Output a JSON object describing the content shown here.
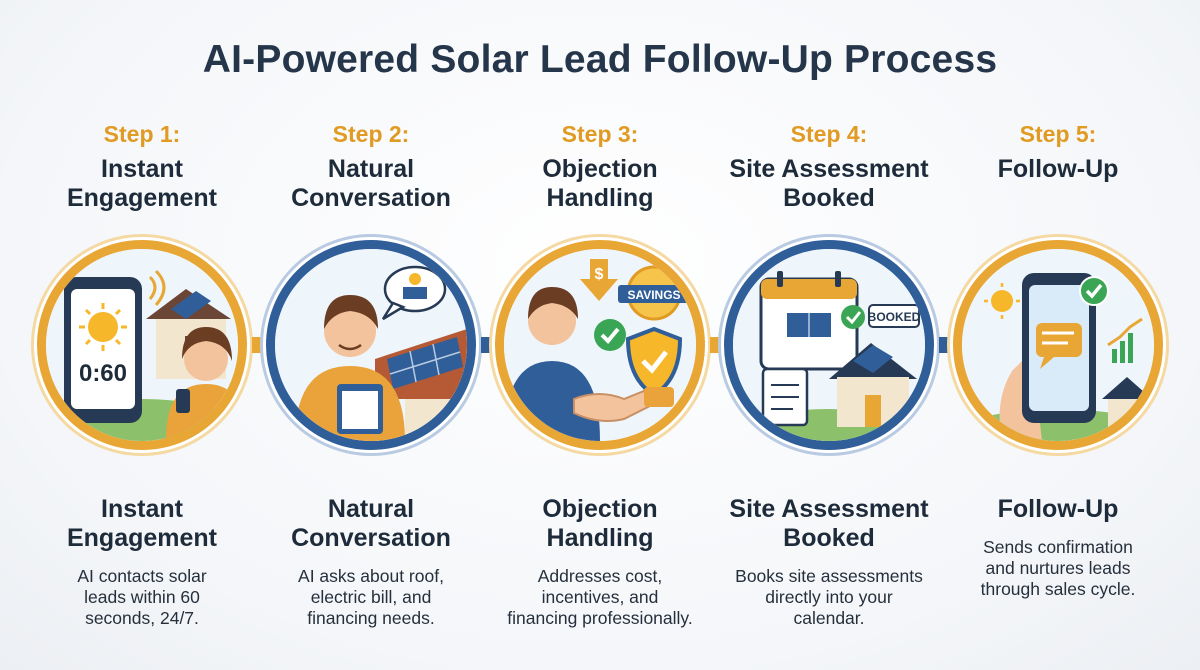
{
  "title": "AI-Powered Solar Lead Follow-Up Process",
  "steps": [
    {
      "number_label": "Step 1:",
      "name_line1": "Instant",
      "name_line2": "Engagement",
      "desc_line1": "AI contacts solar",
      "desc_line2": "leads within 60",
      "desc_line3": "seconds, 24/7.",
      "timer_text": "0:60",
      "ring_color": "#e8a634"
    },
    {
      "number_label": "Step 2:",
      "name_line1": "Natural",
      "name_line2": "Conversation",
      "desc_line1": "AI asks about roof,",
      "desc_line2": "electric bill, and",
      "desc_line3": "financing needs.",
      "ring_color": "#2f5e99"
    },
    {
      "number_label": "Step 3:",
      "name_line1": "Objection",
      "name_line2": "Handling",
      "desc_line1": "Addresses cost,",
      "desc_line2": "incentives, and",
      "desc_line3": "financing professionally.",
      "badge_text": "SAVINGS",
      "ring_color": "#e8a634"
    },
    {
      "number_label": "Step 4:",
      "name_line1": "Site Assessment",
      "name_line2": "Booked",
      "desc_line1": "Books site assessments",
      "desc_line2": "directly into your",
      "desc_line3": "calendar.",
      "tag_text": "BOOKED",
      "ring_color": "#2f5e99"
    },
    {
      "number_label": "Step 5:",
      "name_line1": "Follow-Up",
      "name_line2": "",
      "desc_line1": "Sends confirmation",
      "desc_line2": "and nurtures leads",
      "desc_line3": "through sales cycle.",
      "ring_color": "#e8a634"
    }
  ],
  "colors": {
    "gold": "#e8a634",
    "navy": "#2f5e99",
    "green": "#3aa655",
    "title": "#26364a"
  }
}
